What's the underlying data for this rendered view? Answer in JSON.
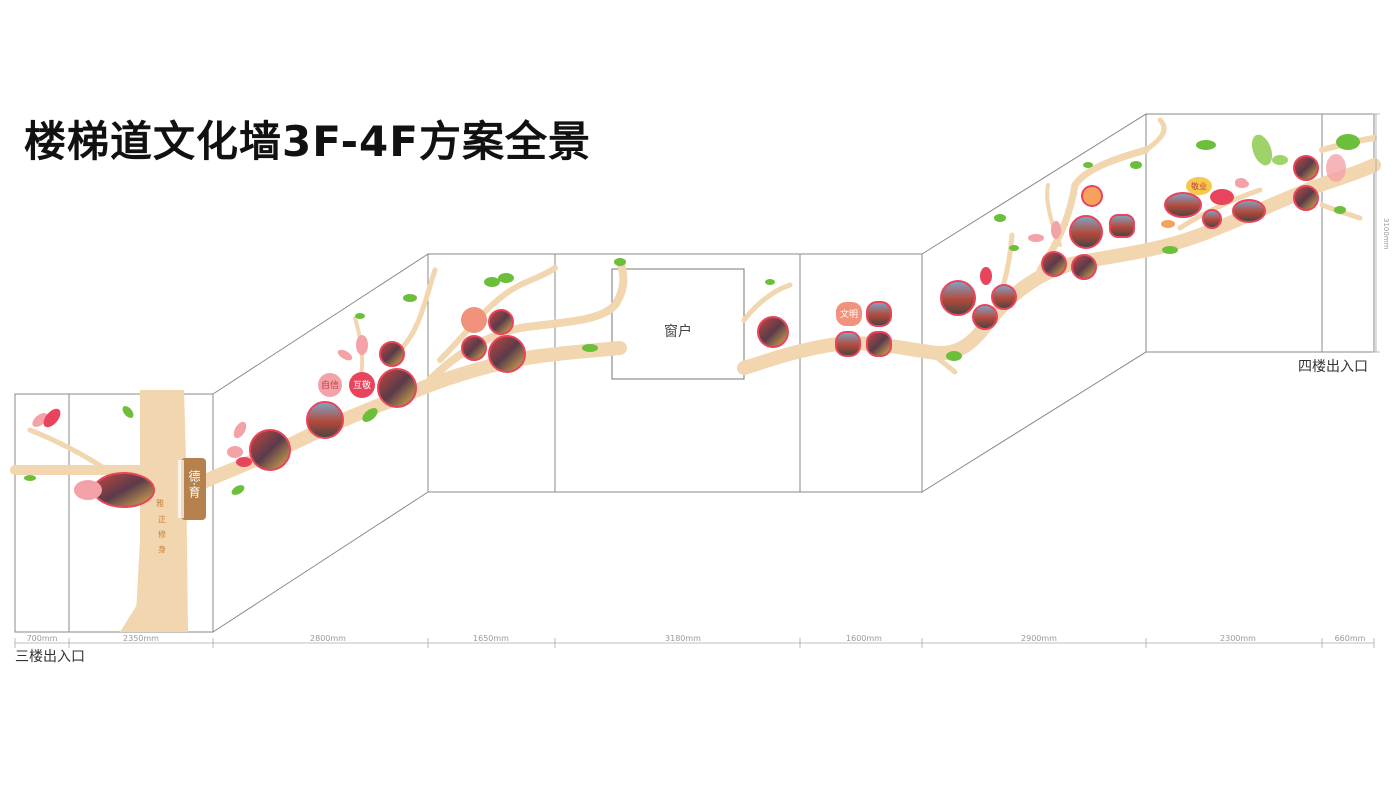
{
  "title": "楼梯道文化墙3F-4F方案全景",
  "window_label": "窗户",
  "entrance_3f": "三楼出入口",
  "entrance_4f": "四楼出入口",
  "height_label": "3100mm",
  "dimensions": [
    "700mm",
    "2350mm",
    "2800mm",
    "1650mm",
    "3180mm",
    "1600mm",
    "2900mm",
    "2300mm",
    "660mm"
  ],
  "trunk_label": "德·育",
  "trunk_chars": [
    "雅",
    "正",
    "修",
    "身"
  ],
  "leaf_tags": [
    "自信",
    "互敬",
    "文明",
    "敬业"
  ],
  "colors": {
    "branch": "#f1d6b0",
    "pink": "#f3a3a8",
    "red": "#e8455d",
    "green": "#6cbf3b",
    "orange": "#f5a25d",
    "yellow": "#f6c94a",
    "plaque": "#b5824d",
    "line": "#8a8a8a"
  }
}
